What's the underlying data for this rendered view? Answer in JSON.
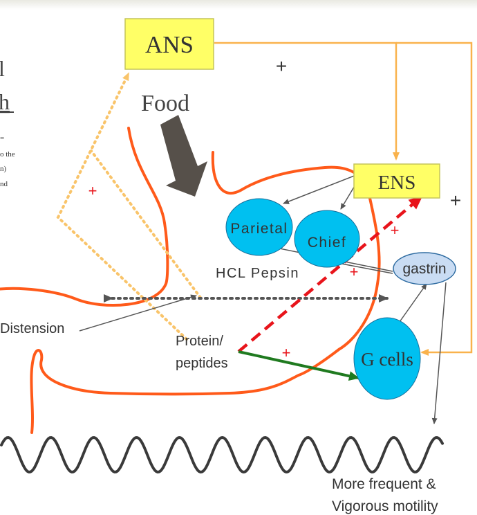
{
  "nodes": {
    "ans": "ANS",
    "ens": "ENS",
    "food": "Food",
    "parietal": "Parietal",
    "chief": "Chief",
    "gastrin": "gastrin",
    "g_cells": "G cells"
  },
  "labels": {
    "hcl_pepsin": "HCL Pepsin",
    "distension": "Distension",
    "protein_line1": "Protein/",
    "protein_line2": "peptides",
    "motility_line1": "More frequent &",
    "motility_line2": "Vigorous motility"
  },
  "signs": {
    "ans_plus": "+",
    "ens_plus": "+",
    "left_plus": "+",
    "red_plus_1": "+",
    "red_plus_2": "+",
    "green_plus": "+"
  },
  "cut_off_text": {
    "line1": "l",
    "line2": "h",
    "small1": "=",
    "small2": "o the",
    "small3": "n)",
    "small4": "nd"
  },
  "colors": {
    "node_box_fill": "#ffff66",
    "node_box_border": "#c4c45a",
    "cell_fill": "#00c0f0",
    "gastrin_fill": "#c9dcf3",
    "stomach_outline": "#ff5a1a",
    "ans_pathway": "#f9b24c",
    "dotted_pathway": "#f9c46a",
    "positive_feedback": "#e8141b",
    "protein_to_gcells": "#1f7a1f",
    "arrow_gray": "#555555",
    "food_arrow": "#56504a",
    "wave": "#3a3a3a"
  }
}
